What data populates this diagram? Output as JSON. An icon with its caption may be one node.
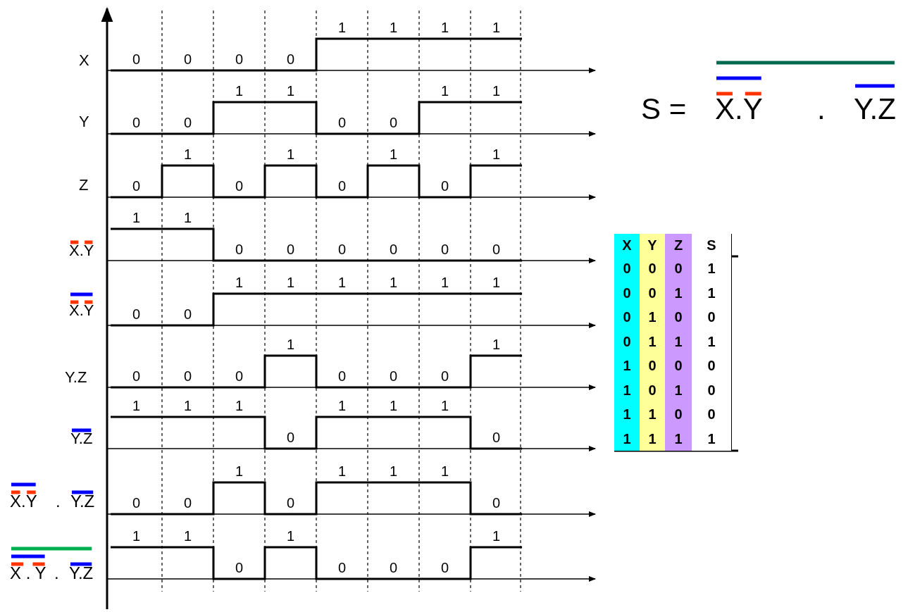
{
  "diagram": {
    "labels": [
      "X",
      "0",
      "0",
      "0",
      "0",
      "1",
      "1",
      "1",
      "1",
      "Y",
      "0",
      "0",
      "1",
      "1",
      "0",
      "0",
      "1",
      "1",
      "Z",
      "0",
      "1",
      "0",
      "1",
      "0",
      "1",
      "0",
      "1",
      "X.Y",
      "1",
      "1",
      "0",
      "0",
      "0",
      "0",
      "0",
      "0",
      "X.Y",
      "0",
      "0",
      "1",
      "1",
      "1",
      "1",
      "1",
      "1",
      "Y.Z",
      "0",
      "0",
      "0",
      "1",
      "0",
      "0",
      "0",
      "1",
      "Y.Z",
      "1",
      "1",
      "1",
      "0",
      "1",
      "1",
      "1",
      "0",
      "X.Y",
      ".",
      "Y.Z",
      "0",
      "0",
      "1",
      "0",
      "1",
      "1",
      "1",
      "0",
      "X . Y",
      ".",
      "Y.Z",
      "1",
      "1",
      "0",
      "1",
      "0",
      "0",
      "0",
      "1",
      "S =",
      "X.Y",
      ".",
      "Y.Z",
      "X",
      "Y",
      "Z",
      "S",
      "0",
      "0",
      "0",
      "1",
      "0",
      "0",
      "1",
      "1",
      "0",
      "1",
      "0",
      "0",
      "0",
      "1",
      "1",
      "1",
      "1",
      "0",
      "0",
      "0",
      "1",
      "0",
      "1",
      "0",
      "1",
      "1",
      "0",
      "0",
      "1",
      "1",
      "1",
      "1"
    ]
  }
}
